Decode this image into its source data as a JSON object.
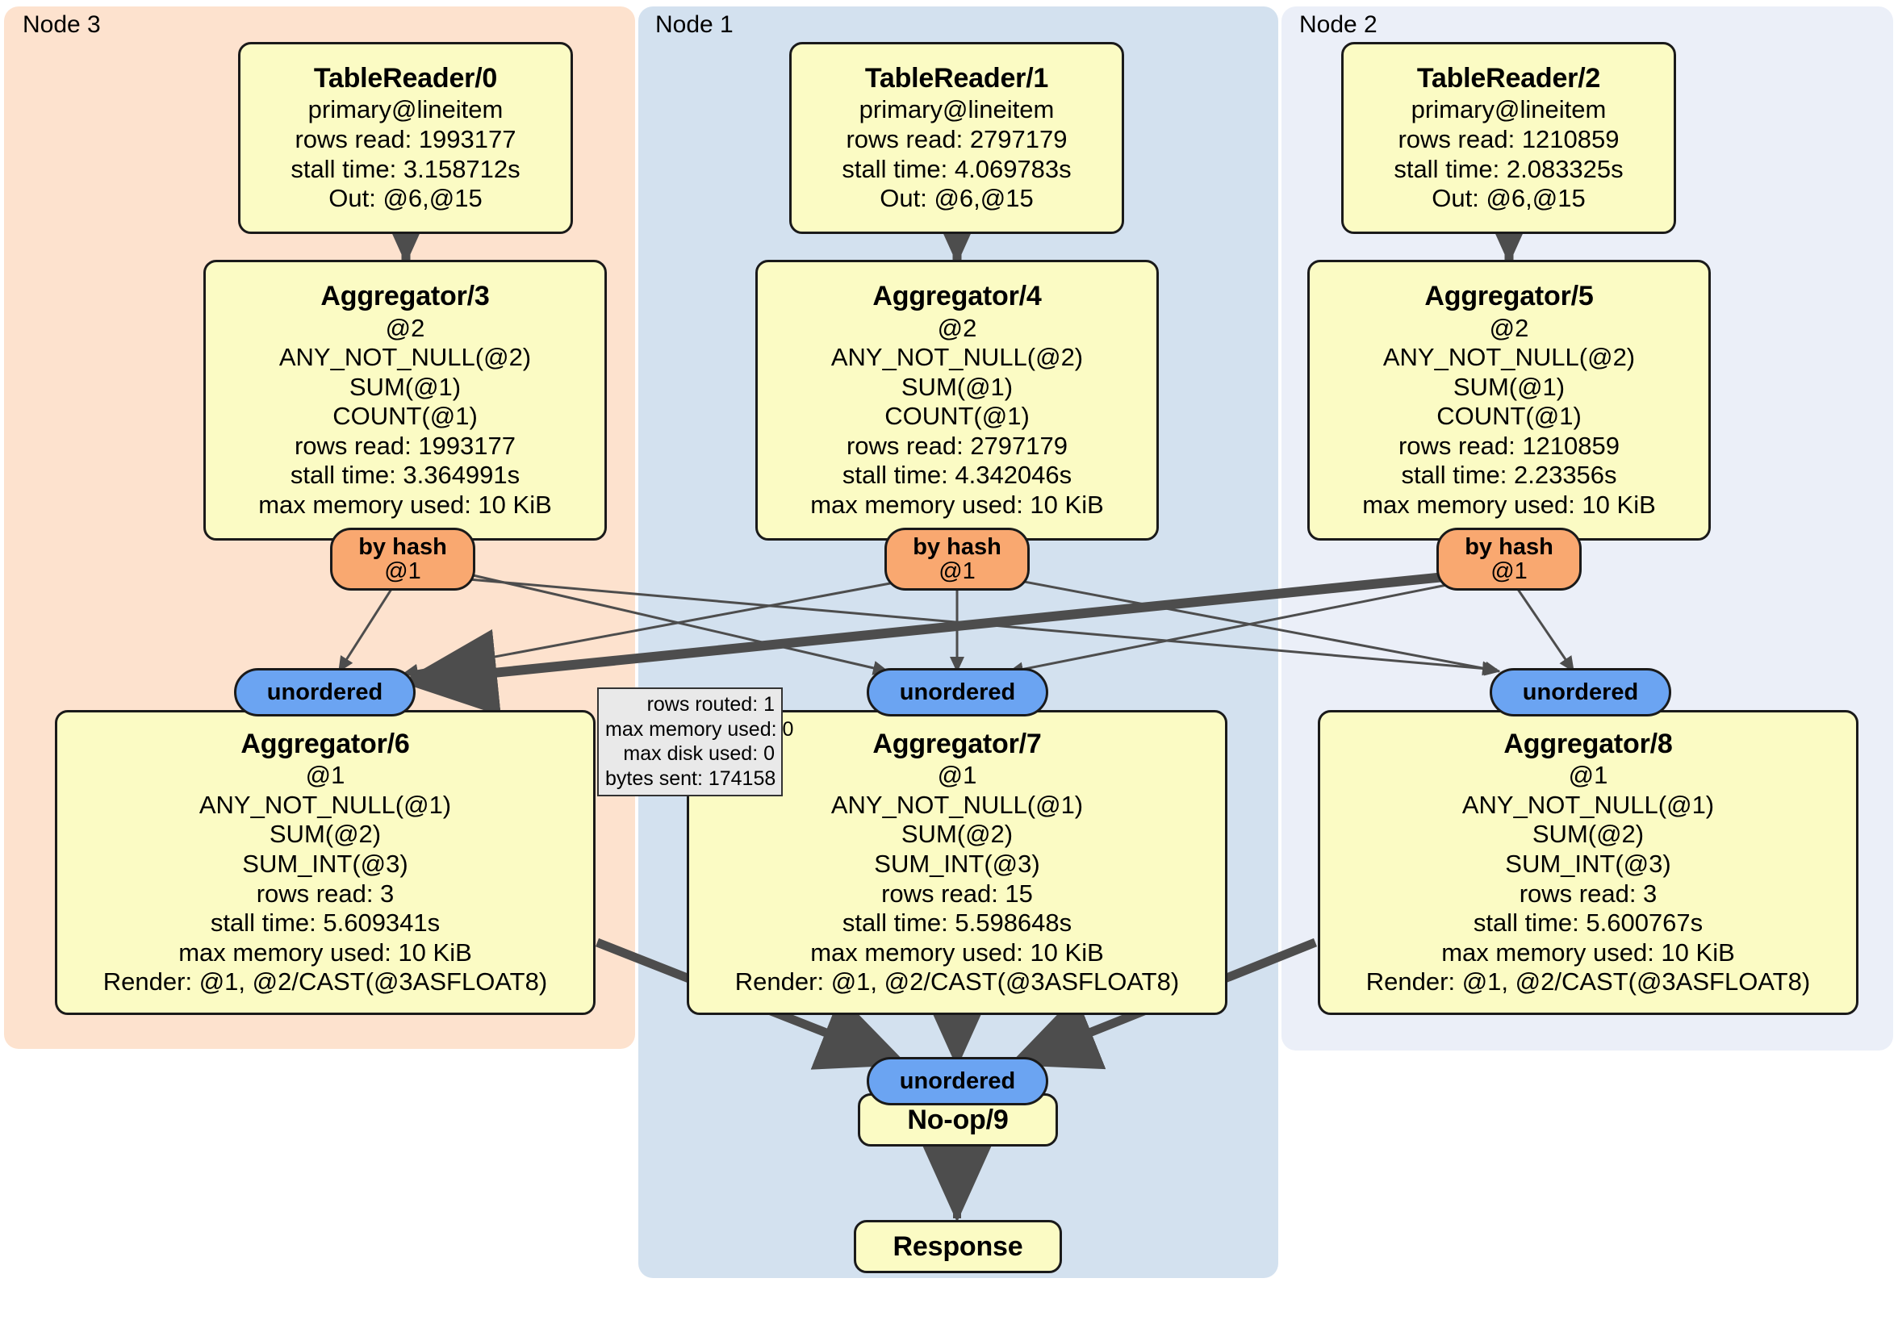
{
  "clusters": [
    {
      "id": "node3",
      "label": "Node 3",
      "color": "#fde2ce"
    },
    {
      "id": "node1",
      "label": "Node 1",
      "color": "#d3e1ef"
    },
    {
      "id": "node2",
      "label": "Node 2",
      "color": "#ebeff8"
    }
  ],
  "colors": {
    "node3_bg": "#fde2ce",
    "node1_bg": "#d3e1ef",
    "node2_bg": "#ebeff8",
    "operator_bg": "#fbfbc4",
    "hash_router_bg": "#f9a870",
    "unordered_router_bg": "#6ba4f2",
    "stats_bg": "#e9e9e9",
    "edge": "#4d4d4d",
    "border": "#1a1a1a"
  },
  "table_readers": [
    {
      "title": "TableReader/0",
      "lines": [
        "primary@lineitem",
        "rows read: 1993177",
        "stall time: 3.158712s",
        "Out: @6,@15"
      ]
    },
    {
      "title": "TableReader/1",
      "lines": [
        "primary@lineitem",
        "rows read: 2797179",
        "stall time: 4.069783s",
        "Out: @6,@15"
      ]
    },
    {
      "title": "TableReader/2",
      "lines": [
        "primary@lineitem",
        "rows read: 1210859",
        "stall time: 2.083325s",
        "Out: @6,@15"
      ]
    }
  ],
  "aggregators_local": [
    {
      "title": "Aggregator/3",
      "lines": [
        "@2",
        "ANY_NOT_NULL(@2)",
        "SUM(@1)",
        "COUNT(@1)",
        "rows read: 1993177",
        "stall time: 3.364991s",
        "max memory used: 10 KiB"
      ]
    },
    {
      "title": "Aggregator/4",
      "lines": [
        "@2",
        "ANY_NOT_NULL(@2)",
        "SUM(@1)",
        "COUNT(@1)",
        "rows read: 2797179",
        "stall time: 4.342046s",
        "max memory used: 10 KiB"
      ]
    },
    {
      "title": "Aggregator/5",
      "lines": [
        "@2",
        "ANY_NOT_NULL(@2)",
        "SUM(@1)",
        "COUNT(@1)",
        "rows read: 1210859",
        "stall time: 2.23356s",
        "max memory used: 10 KiB"
      ]
    }
  ],
  "aggregators_final": [
    {
      "title": "Aggregator/6",
      "lines": [
        "@1",
        "ANY_NOT_NULL(@1)",
        "SUM(@2)",
        "SUM_INT(@3)",
        "rows read: 3",
        "stall time: 5.609341s",
        "max memory used: 10 KiB",
        "Render: @1, @2/CAST(@3ASFLOAT8)"
      ]
    },
    {
      "title": "Aggregator/7",
      "lines": [
        "@1",
        "ANY_NOT_NULL(@1)",
        "SUM(@2)",
        "SUM_INT(@3)",
        "rows read: 15",
        "stall time: 5.598648s",
        "max memory used: 10 KiB",
        "Render: @1, @2/CAST(@3ASFLOAT8)"
      ]
    },
    {
      "title": "Aggregator/8",
      "lines": [
        "@1",
        "ANY_NOT_NULL(@1)",
        "SUM(@2)",
        "SUM_INT(@3)",
        "rows read: 3",
        "stall time: 5.600767s",
        "max memory used: 10 KiB",
        "Render: @1, @2/CAST(@3ASFLOAT8)"
      ]
    }
  ],
  "hash_routers": [
    {
      "label": "by hash",
      "column": "@1"
    },
    {
      "label": "by hash",
      "column": "@1"
    },
    {
      "label": "by hash",
      "column": "@1"
    }
  ],
  "unordered_routers": [
    {
      "label": "unordered"
    },
    {
      "label": "unordered"
    },
    {
      "label": "unordered"
    },
    {
      "label": "unordered"
    }
  ],
  "stats_tooltip": {
    "lines": [
      "rows routed: 1",
      "max memory used: 0",
      "max disk used: 0",
      "bytes sent: 174158"
    ]
  },
  "noop": {
    "title": "No-op/9"
  },
  "response": {
    "title": "Response"
  }
}
